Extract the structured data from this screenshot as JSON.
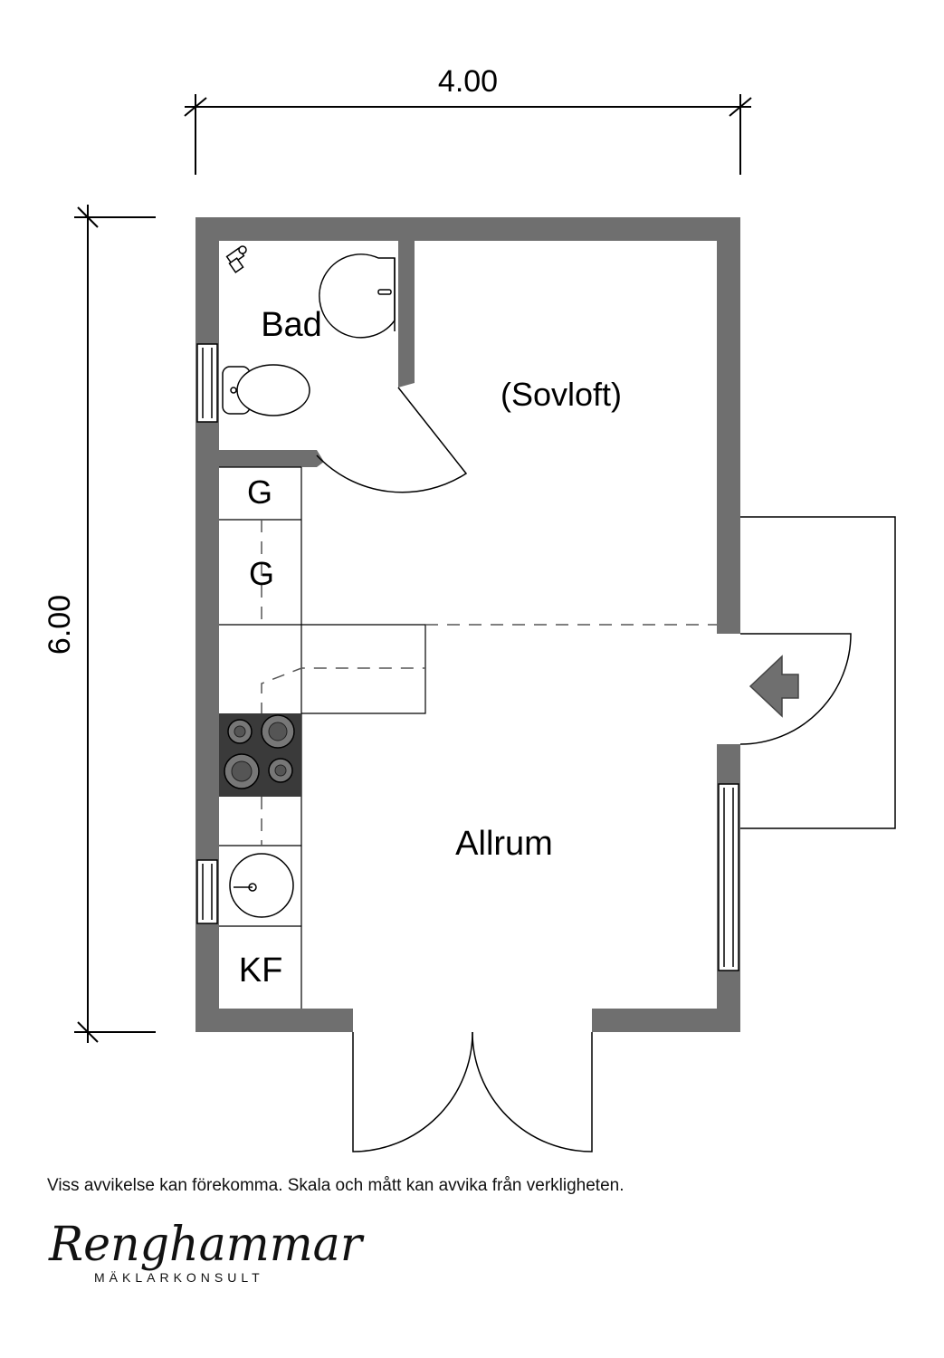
{
  "dimensions": {
    "width": "4.00",
    "height": "6.00"
  },
  "rooms": {
    "bad": "Bad",
    "sovloft": "(Sovloft)",
    "allrum": "Allrum",
    "g1": "G",
    "g2": "G",
    "kf": "KF"
  },
  "disclaimer": "Viss avvikelse kan förekomma. Skala och mått kan avvika från verkligheten.",
  "logo": {
    "name": "Renghammar",
    "tagline": "MÄKLARKONSULT"
  },
  "colors": {
    "wall": "#6f6f6f",
    "line": "#000000",
    "stove": "#3a3a3a"
  },
  "icons": [
    "entrance-arrow-icon",
    "shower-icon",
    "sink-icon",
    "toilet-icon",
    "stove-icon"
  ]
}
